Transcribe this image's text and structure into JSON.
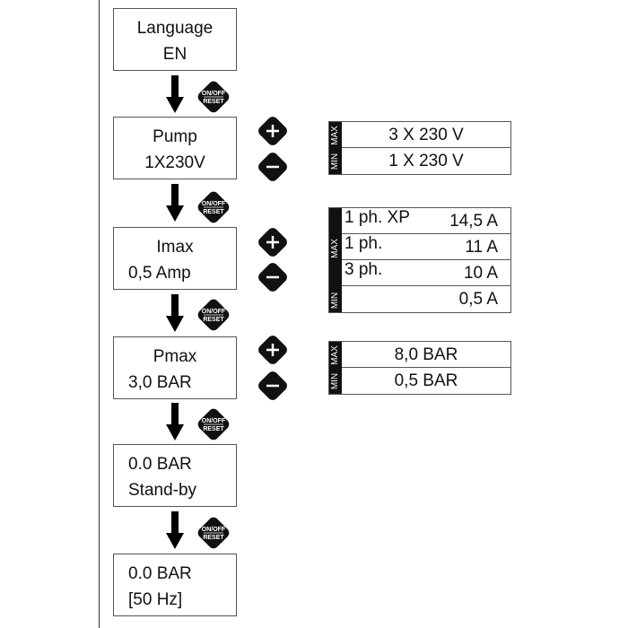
{
  "steps": [
    {
      "line1": "Language",
      "line2": "EN"
    },
    {
      "line1": "Pump",
      "line2": "1X230V"
    },
    {
      "line1": "Imax",
      "line2": "0,5 Amp"
    },
    {
      "line1": "Pmax",
      "line2": "3,0 BAR"
    },
    {
      "line1": "0.0 BAR",
      "line2": "Stand-by"
    },
    {
      "line1": "0.0 BAR",
      "line2": "[50 Hz]"
    }
  ],
  "onoff_button": {
    "line1": "ON/OFF",
    "line2": "RESET"
  },
  "plus_symbol": "+",
  "minus_symbol": "−",
  "side_labels": {
    "max": "MAX",
    "min": "MIN"
  },
  "pump_range": {
    "max": "3 X 230 V",
    "min": "1 X 230 V"
  },
  "imax_range": [
    {
      "label": "1 ph. XP",
      "value": "14,5 A"
    },
    {
      "label": "1 ph.",
      "value": "11 A"
    },
    {
      "label": "3 ph.",
      "value": "10 A"
    },
    {
      "label": "",
      "value": "0,5 A"
    }
  ],
  "pmax_range": {
    "max": "8,0 BAR",
    "min": "0,5 BAR"
  },
  "colors": {
    "button_fill": "#111111",
    "border": "#555555"
  }
}
